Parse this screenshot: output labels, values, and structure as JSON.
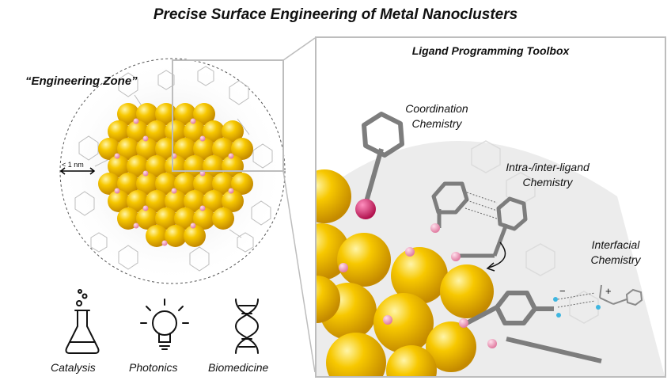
{
  "title": "Precise Surface Engineering of Metal Nanoclusters",
  "left": {
    "zone_label": "“Engineering Zone”",
    "distance_label": "< 1 nm"
  },
  "panel": {
    "title": "Ligand Programming Toolbox",
    "labels": {
      "coordination_1": "Coordination",
      "coordination_2": "Chemistry",
      "intra_1": "Intra-/inter-ligand",
      "intra_2": "Chemistry",
      "interfacial_1": "Interfacial",
      "interfacial_2": "Chemistry"
    },
    "charges": {
      "minus": "−",
      "plus": "+"
    }
  },
  "applications": [
    {
      "label": "Catalysis",
      "icon": "flask-icon"
    },
    {
      "label": "Photonics",
      "icon": "lightbulb-icon"
    },
    {
      "label": "Biomedicine",
      "icon": "dna-icon"
    }
  ],
  "colors": {
    "gold": "#f5c400",
    "gold_dark": "#c79200",
    "sulfur": "#f28fb0",
    "metal_pink": "#d81b60",
    "ligand_grey": "#8a8a8a",
    "frame": "#bdbdbd"
  }
}
